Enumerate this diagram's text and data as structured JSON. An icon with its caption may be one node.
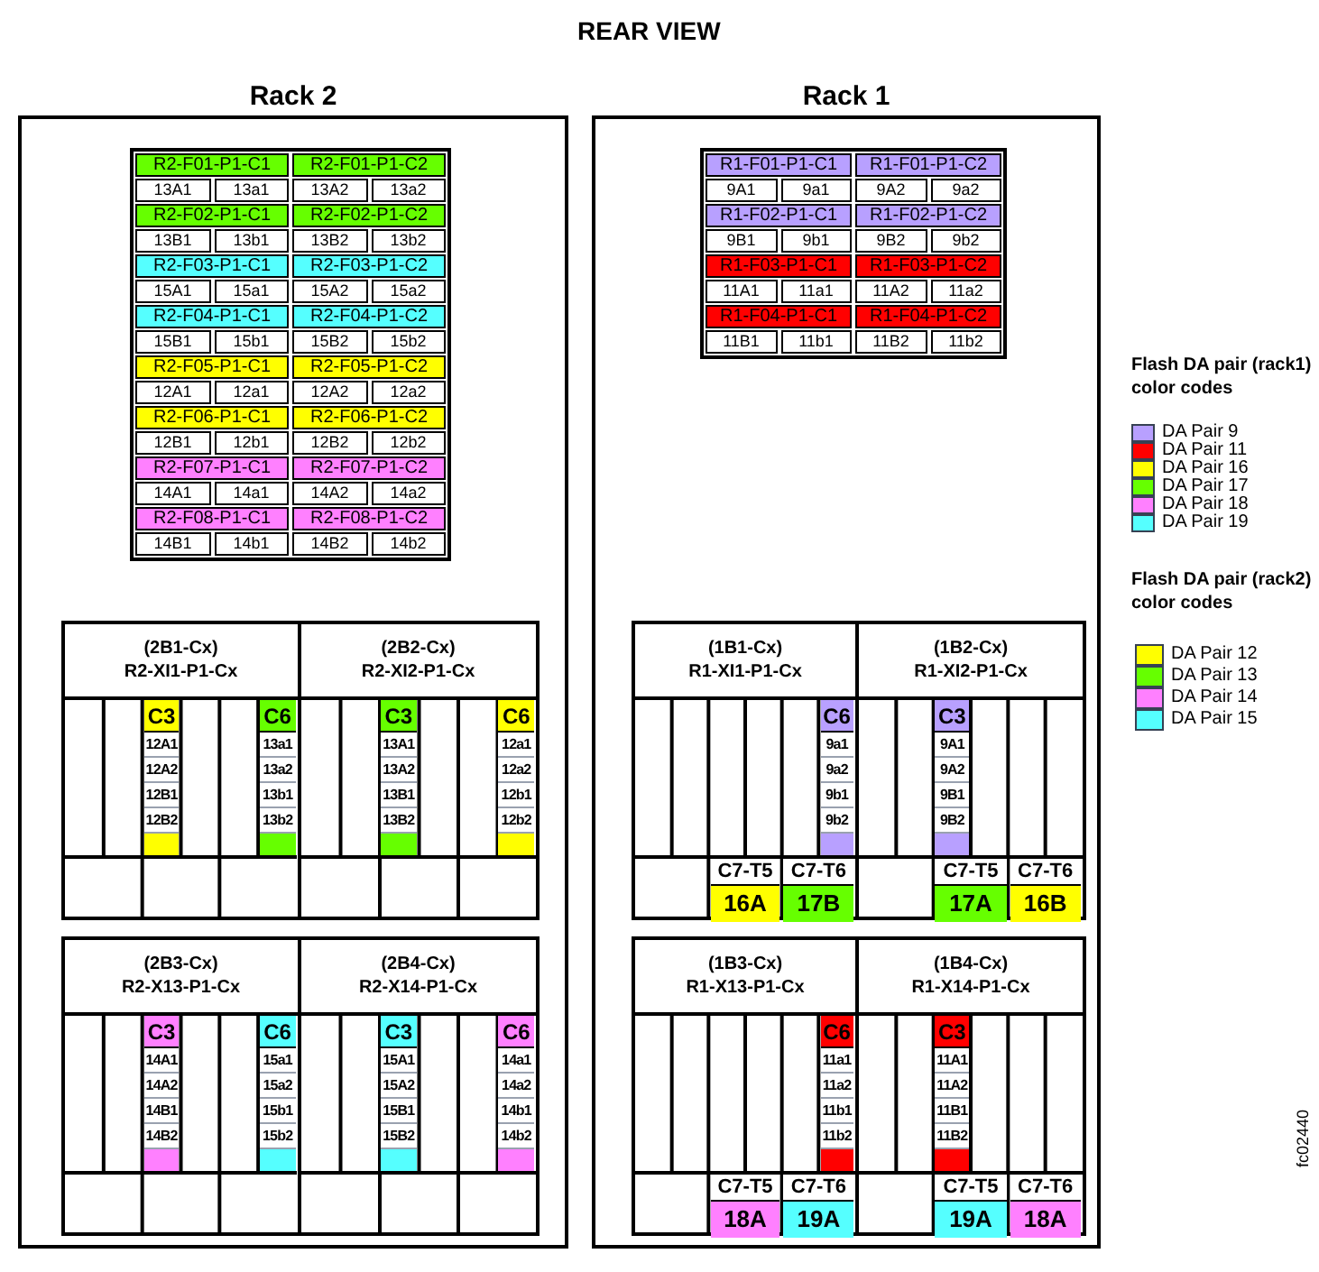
{
  "diagram": {
    "title": "REAR VIEW",
    "nodes": [
      {
        "text": [
          "Rack 2"
        ]
      },
      {
        "text": [
          "Rack 1"
        ]
      },
      {
        "text": [
          "(2B1-Cx)",
          "R2-XI1-P1-Cx"
        ],
        "in": 0
      },
      {
        "text": [
          "C3",
          "12A1",
          "12A2",
          "12B1",
          "12B2"
        ],
        "in": 2
      },
      {
        "text": [
          "C6",
          "13a1",
          "13a2",
          "13b1",
          "13b2"
        ],
        "in": 2
      },
      {
        "text": [
          "(2B2-Cx)",
          "R2-XI2-P1-Cx"
        ],
        "in": 0
      },
      {
        "text": [
          "C3",
          "13A1",
          "13A2",
          "13B1",
          "13B2"
        ],
        "in": 5
      },
      {
        "text": [
          "C6",
          "12a1",
          "12a2",
          "12b1",
          "12b2"
        ],
        "in": 5
      },
      {
        "text": [
          "(2B3-Cx)",
          "R2-X13-P1-Cx"
        ],
        "in": 0
      },
      {
        "text": [
          "C3",
          "14A1",
          "14A2",
          "14B1",
          "14B2"
        ],
        "in": 8
      },
      {
        "text": [
          "C6",
          "15a1",
          "15a2",
          "15b1",
          "15b2"
        ],
        "in": 8
      },
      {
        "text": [
          "(2B4-Cx)",
          "R2-X14-P1-Cx"
        ],
        "in": 0
      },
      {
        "text": [
          "C3",
          "15A1",
          "15A2",
          "15B1",
          "15B2"
        ],
        "in": 11
      },
      {
        "text": [
          "C6",
          "14a1",
          "14a2",
          "14b1",
          "14b2"
        ],
        "in": 11
      },
      {
        "text": [
          "(1B1-Cx)",
          "R1-XI1-P1-Cx"
        ],
        "in": 1
      },
      {
        "text": [
          "C6",
          "9a1",
          "9a2",
          "9b1",
          "9b2"
        ],
        "in": 14
      },
      {
        "text": [
          "C7-T5",
          "16A"
        ],
        "in": 14
      },
      {
        "text": [
          "C7-T6",
          "17B"
        ],
        "in": 14
      },
      {
        "text": [
          "(1B2-Cx)",
          "R1-XI2-P1-Cx"
        ],
        "in": 1
      },
      {
        "text": [
          "C3",
          "9A1",
          "9A2",
          "9B1",
          "9B2"
        ],
        "in": 18
      },
      {
        "text": [
          "C7-T5",
          "17A"
        ],
        "in": 18
      },
      {
        "text": [
          "C7-T6",
          "16B"
        ],
        "in": 18
      },
      {
        "text": [
          "(1B3-Cx)",
          "R1-X13-P1-Cx"
        ],
        "in": 1
      },
      {
        "text": [
          "C6",
          "11a1",
          "11a2",
          "11b1",
          "11b2"
        ],
        "in": 22
      },
      {
        "text": [
          "C7-T5",
          "18A"
        ],
        "in": 22
      },
      {
        "text": [
          "C7-T6",
          "19A"
        ],
        "in": 22
      },
      {
        "text": [
          "(1B4-Cx)",
          "R1-X14-P1-Cx"
        ],
        "in": 1
      },
      {
        "text": [
          "C3",
          "11A1",
          "11A2",
          "11B1",
          "11B2"
        ],
        "in": 26
      },
      {
        "text": [
          "C7-T5",
          "19A"
        ],
        "in": 26
      },
      {
        "text": [
          "C7-T6",
          "18A"
        ],
        "in": 26
      }
    ],
    "labels": [
      "R2-F01-P1-C1",
      "R2-F01-P1-C2",
      "13A1",
      "13a1",
      "13A2",
      "13a2",
      "R2-F02-P1-C1",
      "R2-F02-P1-C2",
      "13B1",
      "13b1",
      "13B2",
      "13b2",
      "R2-F03-P1-C1",
      "R2-F03-P1-C2",
      "15A1",
      "15a1",
      "15A2",
      "15a2",
      "R2-F04-P1-C1",
      "R2-F04-P1-C2",
      "15B1",
      "15b1",
      "15B2",
      "15b2",
      "R2-F05-P1-C1",
      "R2-F05-P1-C2",
      "12A1",
      "12a1",
      "12A2",
      "12a2",
      "R2-F06-P1-C1",
      "R2-F06-P1-C2",
      "12B1",
      "12b1",
      "12B2",
      "12b2",
      "R2-F07-P1-C1",
      "R2-F07-P1-C2",
      "14A1",
      "14a1",
      "14A2",
      "14a2",
      "R2-F08-P1-C1",
      "R2-F08-P1-C2",
      "14B1",
      "14b1",
      "14B2",
      "14b2",
      "R1-F01-P1-C1",
      "R1-F01-P1-C2",
      "9A1",
      "9a1",
      "9A2",
      "9a2",
      "R1-F02-P1-C1",
      "R1-F02-P1-C2",
      "9B1",
      "9b1",
      "9B2",
      "9b2",
      "R1-F03-P1-C1",
      "R1-F03-P1-C2",
      "11A1",
      "11a1",
      "11A2",
      "11a2",
      "R1-F04-P1-C1",
      "R1-F04-P1-C2",
      "11B1",
      "11b1",
      "11B2",
      "11b2",
      "Flash DA pair (rack1) color codes",
      "Flash DA pair (rack2) color codes",
      "fc02440"
    ],
    "legend": [
      {
        "text": "DA Pair 9",
        "color": "#b8a0ff"
      },
      {
        "text": "DA Pair 11",
        "color": "#ff0000"
      },
      {
        "text": "DA Pair 16",
        "color": "#ffff00"
      },
      {
        "text": "DA Pair 17",
        "color": "#66ff00"
      },
      {
        "text": "DA Pair 18",
        "color": "#ff80ff"
      },
      {
        "text": "DA Pair 19",
        "color": "#55ffff"
      },
      {
        "text": "DA Pair 12",
        "color": "#ffff00"
      },
      {
        "text": "DA Pair 13",
        "color": "#66ff00"
      },
      {
        "text": "DA Pair 14",
        "color": "#ff80ff"
      },
      {
        "text": "DA Pair 15",
        "color": "#55ffff"
      }
    ]
  }
}
